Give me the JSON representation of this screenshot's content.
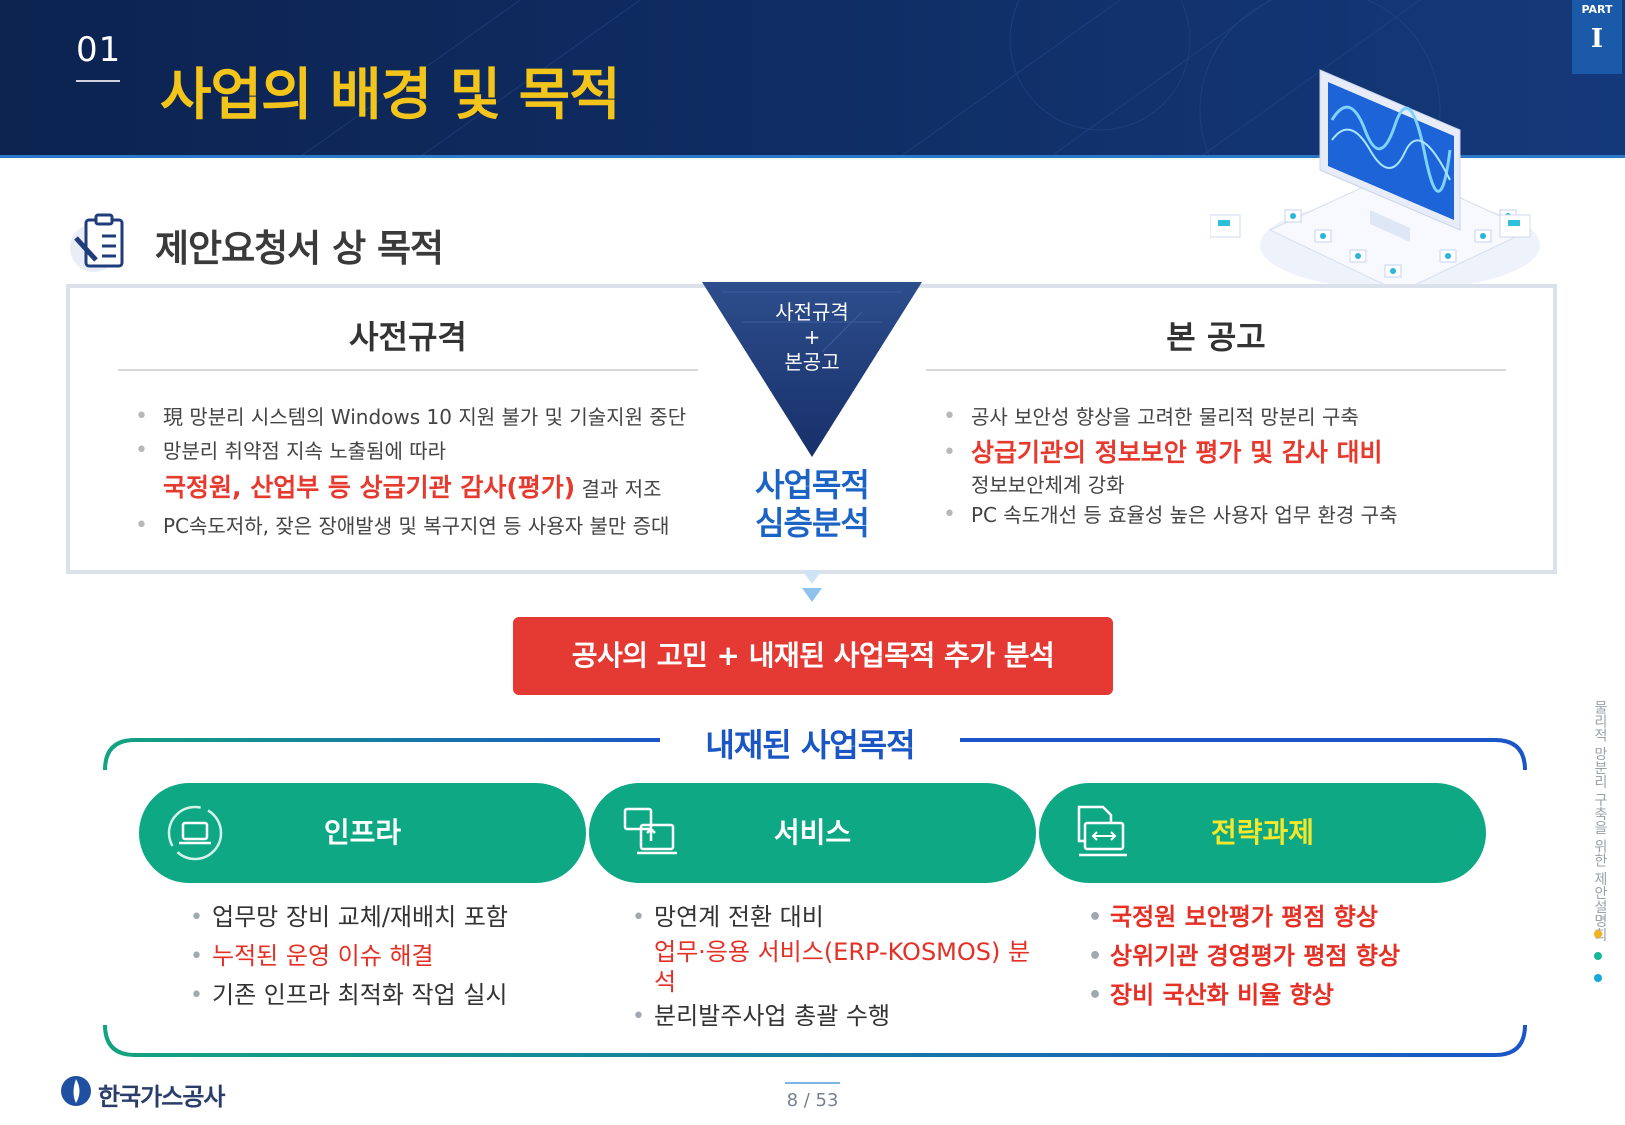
{
  "header": {
    "section_number": "01",
    "title": "사업의 배경 및 목적",
    "part_label": "PART",
    "part_number": "I"
  },
  "section_heading": "제안요청서 상 목적",
  "left_column": {
    "title": "사전규격",
    "bullets": [
      "現 망분리 시스템의 Windows 10 지원 불가 및 기술지원 중단",
      "망분리 취약점 지속 노출됨에 따라",
      "PC속도저하, 잦은 장애발생 및 복구지연 등 사용자 불만 증대"
    ],
    "highlight": "국정원, 산업부 등 상급기관  감사(평가)",
    "highlight_suffix": "결과 저조"
  },
  "center": {
    "triangle_line1": "사전규격",
    "triangle_line2": "+",
    "triangle_line3": "본공고",
    "purpose_line1": "사업목적",
    "purpose_line2": "심층분석"
  },
  "right_column": {
    "title": "본 공고",
    "bullets": [
      "공사 보안성 향상을 고려한 물리적 망분리 구축",
      "상급기관의 정보보안 평가 및 감사 대비",
      "PC 속도개선 등 효율성 높은 사용자 업무 환경 구축"
    ],
    "highlight_sub": "정보보안체계 강화"
  },
  "banner": "공사의 고민  +  내재된 사업목적 추가 분석",
  "inner_title": "내재된 사업목적",
  "categories": [
    {
      "label": "인프라",
      "icon": "refresh-laptop-icon",
      "items": [
        "업무망 장비 교체/재배치 포함",
        "누적된 운영 이슈 해결",
        "기존 인프라 최적화 작업 실시"
      ]
    },
    {
      "label": "서비스",
      "icon": "screens-transfer-icon",
      "items": [
        "망연계 전환 대비",
        "업무·응용 서비스(ERP-KOSMOS) 분석",
        "분리발주사업 총괄 수행"
      ]
    },
    {
      "label": "전략과제",
      "icon": "document-laptop-icon",
      "items": [
        "국정원 보안평가 평점 향상",
        "상위기관 경영평가 평점 향상",
        "장비 국산화 비율 향상"
      ]
    }
  ],
  "side_text": "물리적 망분리 구축을 위한 제안설명회",
  "footer": {
    "company": "한국가스공사",
    "page": "8 / 53"
  },
  "colors": {
    "header_bg": "#0f2c62",
    "title_yellow": "#f3c51b",
    "accent_red": "#e53933",
    "accent_blue": "#1c63c6",
    "pill_green": "#0fa884"
  }
}
